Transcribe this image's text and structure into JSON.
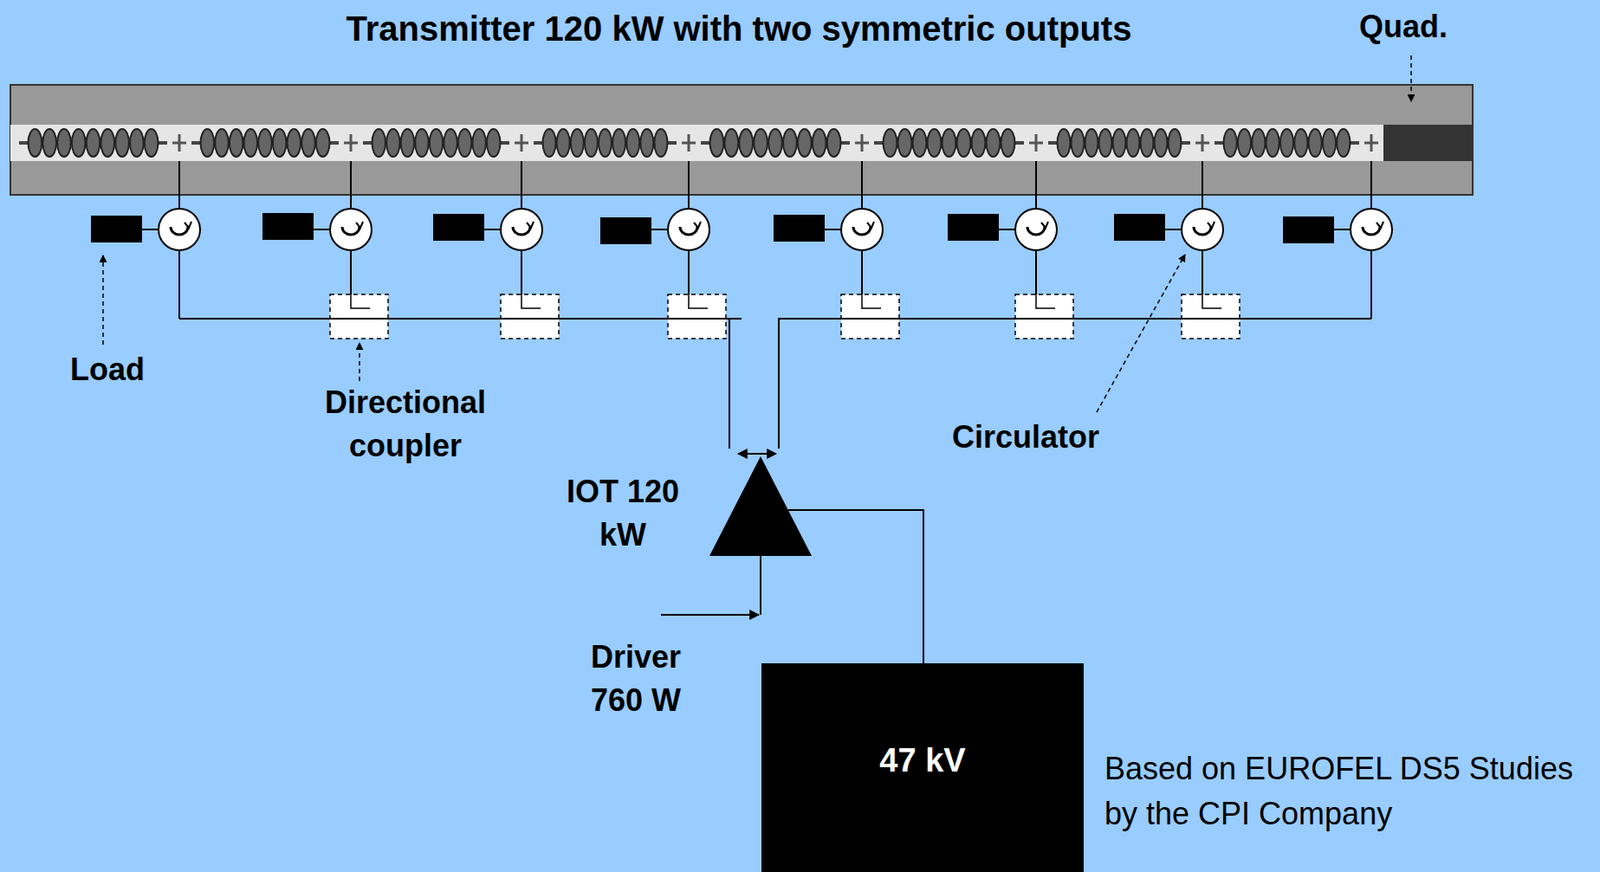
{
  "diagram": {
    "title": "Transmitter 120 kW with two symmetric outputs",
    "nodes": [
      {
        "text": [
          "IOT 120 kW"
        ]
      },
      {
        "text": [
          "47 kV"
        ]
      }
    ],
    "edges": [
      {
        "from": 1,
        "to": 0,
        "arrow": "none"
      }
    ],
    "labels": [
      "Quad.",
      "Load",
      "Directional coupler",
      "Circulator",
      "Driver 760 W",
      "Based on EUROFEL DS5 Studies by the CPI Company"
    ]
  }
}
